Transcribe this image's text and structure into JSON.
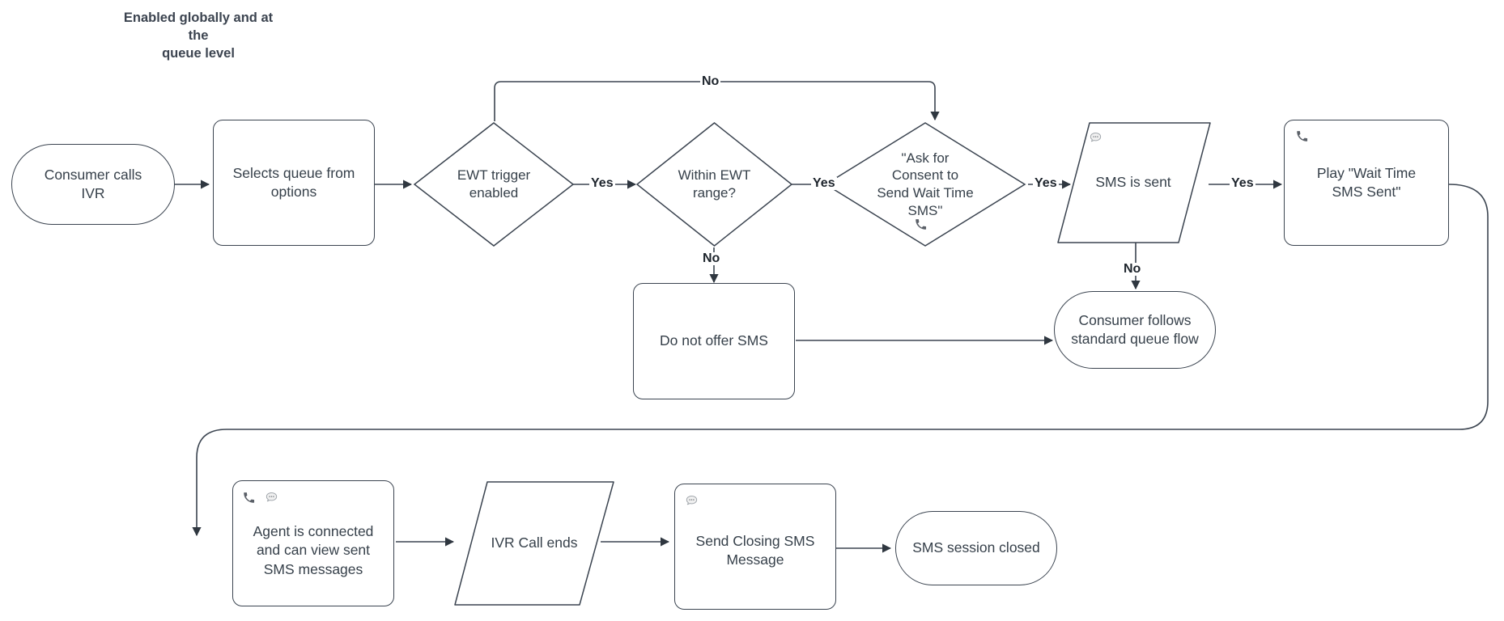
{
  "diagram": {
    "title": "Enabled globally and at the\nqueue level",
    "stroke_color": "#3b4450",
    "text_color": "#36404a",
    "label_color": "#1d242c",
    "background": "#ffffff"
  },
  "nodes": {
    "consumer_calls_ivr": {
      "label": "Consumer calls\nIVR",
      "shape": "terminator"
    },
    "selects_queue": {
      "label": "Selects queue from\noptions",
      "shape": "process"
    },
    "ewt_trigger_enabled": {
      "label": "EWT trigger\nenabled",
      "shape": "decision"
    },
    "within_ewt_range": {
      "label": "Within EWT\nrange?",
      "shape": "decision"
    },
    "ask_for_consent": {
      "label": "\"Ask for\nConsent to\nSend Wait Time\nSMS\"",
      "shape": "decision",
      "icons": [
        "phone-icon"
      ]
    },
    "sms_is_sent": {
      "label": "SMS is sent",
      "shape": "data",
      "icons": [
        "sms-icon"
      ]
    },
    "play_wait_time": {
      "label": "Play \"Wait Time\nSMS Sent\"",
      "shape": "process",
      "icons": [
        "phone-icon"
      ]
    },
    "do_not_offer_sms": {
      "label": "Do not offer SMS",
      "shape": "process"
    },
    "consumer_standard_flow": {
      "label": "Consumer follows\nstandard queue flow",
      "shape": "terminator"
    },
    "agent_connected": {
      "label": "Agent is connected\nand can view sent\nSMS messages",
      "shape": "process",
      "icons": [
        "phone-icon",
        "sms-icon"
      ]
    },
    "ivr_call_ends": {
      "label": "IVR Call ends",
      "shape": "data"
    },
    "send_closing_sms": {
      "label": "Send Closing SMS\nMessage",
      "shape": "process",
      "icons": [
        "sms-icon"
      ]
    },
    "sms_session_closed": {
      "label": "SMS session closed",
      "shape": "terminator"
    }
  },
  "edges": [
    {
      "id": "e1",
      "from": "consumer_calls_ivr",
      "to": "selects_queue",
      "label": ""
    },
    {
      "id": "e2",
      "from": "selects_queue",
      "to": "ewt_trigger_enabled",
      "label": ""
    },
    {
      "id": "e3",
      "from": "ewt_trigger_enabled",
      "to": "within_ewt_range",
      "label": "Yes"
    },
    {
      "id": "e4",
      "from": "ewt_trigger_enabled",
      "to": "ask_for_consent",
      "label": "No"
    },
    {
      "id": "e5",
      "from": "within_ewt_range",
      "to": "ask_for_consent",
      "label": "Yes"
    },
    {
      "id": "e6",
      "from": "within_ewt_range",
      "to": "do_not_offer_sms",
      "label": "No"
    },
    {
      "id": "e7",
      "from": "ask_for_consent",
      "to": "sms_is_sent",
      "label": "Yes"
    },
    {
      "id": "e8",
      "from": "sms_is_sent",
      "to": "play_wait_time",
      "label": "Yes"
    },
    {
      "id": "e9",
      "from": "sms_is_sent",
      "to": "consumer_standard_flow",
      "label": "No"
    },
    {
      "id": "e10",
      "from": "do_not_offer_sms",
      "to": "consumer_standard_flow",
      "label": ""
    },
    {
      "id": "e11",
      "from": "play_wait_time",
      "to": "agent_connected",
      "label": ""
    },
    {
      "id": "e12",
      "from": "agent_connected",
      "to": "ivr_call_ends",
      "label": ""
    },
    {
      "id": "e13",
      "from": "ivr_call_ends",
      "to": "send_closing_sms",
      "label": ""
    },
    {
      "id": "e14",
      "from": "send_closing_sms",
      "to": "sms_session_closed",
      "label": ""
    }
  ],
  "edge_labels": {
    "no_top_loop": "No",
    "yes_ewt_to_range": "Yes",
    "yes_range_to_consent": "Yes",
    "no_range_to_donotoffer": "No",
    "yes_consent_to_sms": "Yes",
    "yes_sms_to_play": "Yes",
    "no_sms_to_standard": "No"
  }
}
